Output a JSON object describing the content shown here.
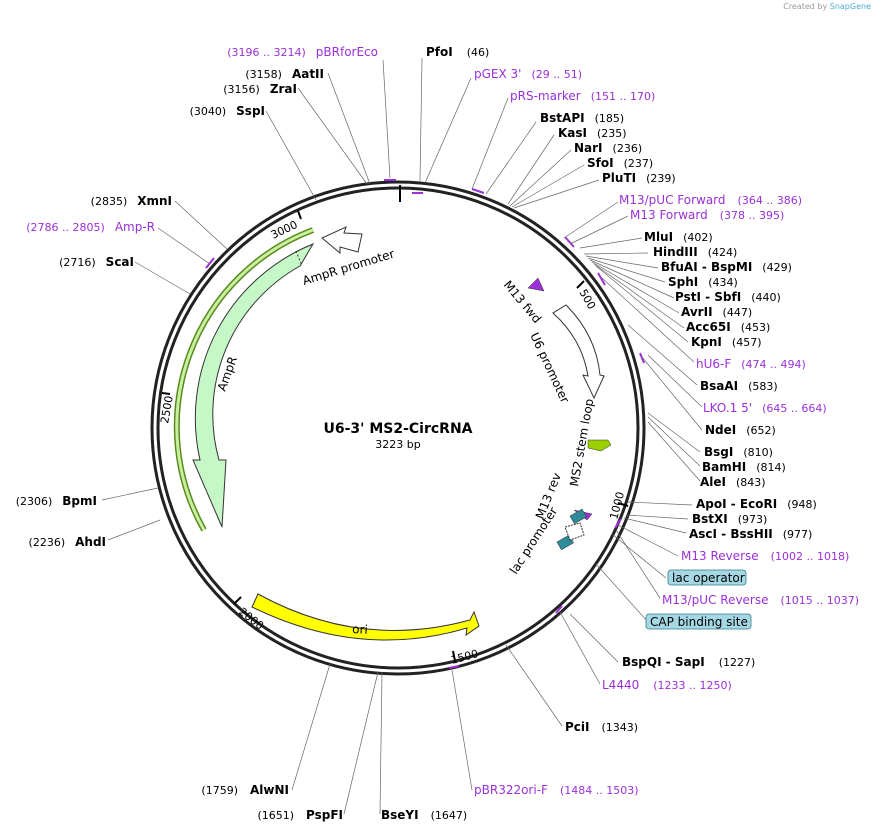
{
  "credit": {
    "prefix": "Created by",
    "brand": "SnapGene"
  },
  "title": "U6-3' MS2-CircRNA",
  "length_label": "3223 bp",
  "total_bp": 3223,
  "ticks": [
    "500",
    "1000",
    "1500",
    "2000",
    "2500",
    "3000"
  ],
  "colors": {
    "enzyme": "#000000",
    "primer": "#9b30d9",
    "ori": "#ffff00",
    "ampr": "#c6f7c6",
    "lac_op": "#3a8a9a"
  },
  "sites": [
    {
      "name": "PfoI",
      "pos": "(46)",
      "type": "enzyme"
    },
    {
      "name": "pGEX 3'",
      "pos": "(29 .. 51)",
      "type": "primer"
    },
    {
      "name": "pRS-marker",
      "pos": "(151 .. 170)",
      "type": "primer"
    },
    {
      "name": "BstAPI",
      "pos": "(185)",
      "type": "enzyme"
    },
    {
      "name": "KasI",
      "pos": "(235)",
      "type": "enzyme"
    },
    {
      "name": "NarI",
      "pos": "(236)",
      "type": "enzyme"
    },
    {
      "name": "SfoI",
      "pos": "(237)",
      "type": "enzyme"
    },
    {
      "name": "PluTI",
      "pos": "(239)",
      "type": "enzyme"
    },
    {
      "name": "M13/pUC Forward",
      "pos": "(364 .. 386)",
      "type": "primer"
    },
    {
      "name": "M13 Forward",
      "pos": "(378 .. 395)",
      "type": "primer"
    },
    {
      "name": "MluI",
      "pos": "(402)",
      "type": "enzyme"
    },
    {
      "name": "HindIII",
      "pos": "(424)",
      "type": "enzyme"
    },
    {
      "name": "BfuAI - BspMI",
      "pos": "(429)",
      "type": "enzyme"
    },
    {
      "name": "SphI",
      "pos": "(434)",
      "type": "enzyme"
    },
    {
      "name": "PstI - SbfI",
      "pos": "(440)",
      "type": "enzyme"
    },
    {
      "name": "AvrII",
      "pos": "(447)",
      "type": "enzyme"
    },
    {
      "name": "Acc65I",
      "pos": "(453)",
      "type": "enzyme"
    },
    {
      "name": "KpnI",
      "pos": "(457)",
      "type": "enzyme"
    },
    {
      "name": "hU6-F",
      "pos": "(474 .. 494)",
      "type": "primer"
    },
    {
      "name": "BsaAI",
      "pos": "(583)",
      "type": "enzyme"
    },
    {
      "name": "LKO.1 5'",
      "pos": "(645 .. 664)",
      "type": "primer"
    },
    {
      "name": "NdeI",
      "pos": "(652)",
      "type": "enzyme"
    },
    {
      "name": "BsgI",
      "pos": "(810)",
      "type": "enzyme"
    },
    {
      "name": "BamHI",
      "pos": "(814)",
      "type": "enzyme"
    },
    {
      "name": "AleI",
      "pos": "(843)",
      "type": "enzyme"
    },
    {
      "name": "ApoI - EcoRI",
      "pos": "(948)",
      "type": "enzyme"
    },
    {
      "name": "BstXI",
      "pos": "(973)",
      "type": "enzyme"
    },
    {
      "name": "AscI - BssHII",
      "pos": "(977)",
      "type": "enzyme"
    },
    {
      "name": "M13 Reverse",
      "pos": "(1002 .. 1018)",
      "type": "primer"
    },
    {
      "name": "lac operator",
      "pos": "",
      "type": "boxed"
    },
    {
      "name": "M13/pUC Reverse",
      "pos": "(1015 .. 1037)",
      "type": "primer"
    },
    {
      "name": "CAP binding site",
      "pos": "",
      "type": "boxed"
    },
    {
      "name": "BspQI - SapI",
      "pos": "(1227)",
      "type": "enzyme"
    },
    {
      "name": "L4440",
      "pos": "(1233 .. 1250)",
      "type": "primer"
    },
    {
      "name": "PciI",
      "pos": "(1343)",
      "type": "enzyme"
    },
    {
      "name": "pBR322ori-F",
      "pos": "(1484 .. 1503)",
      "type": "primer"
    },
    {
      "name": "BseYI",
      "pos": "(1647)",
      "type": "enzyme"
    },
    {
      "name": "PspFI",
      "pos": "(1651)",
      "type": "enzyme"
    },
    {
      "name": "AlwNI",
      "pos": "(1759)",
      "type": "enzyme"
    },
    {
      "name": "AhdI",
      "pos": "(2236)",
      "type": "enzyme"
    },
    {
      "name": "BpmI",
      "pos": "(2306)",
      "type": "enzyme"
    },
    {
      "name": "ScaI",
      "pos": "(2716)",
      "type": "enzyme"
    },
    {
      "name": "Amp-R",
      "pos": "(2786 .. 2805)",
      "type": "primer"
    },
    {
      "name": "XmnI",
      "pos": "(2835)",
      "type": "enzyme"
    },
    {
      "name": "SspI",
      "pos": "(3040)",
      "type": "enzyme"
    },
    {
      "name": "ZraI",
      "pos": "(3156)",
      "type": "enzyme"
    },
    {
      "name": "AatII",
      "pos": "(3158)",
      "type": "enzyme"
    },
    {
      "name": "pBRforEco",
      "pos": "(3196 .. 3214)",
      "type": "primer"
    }
  ],
  "features": [
    {
      "name": "AmpR promoter"
    },
    {
      "name": "AmpR"
    },
    {
      "name": "ori"
    },
    {
      "name": "M13 fwd"
    },
    {
      "name": "U6 promoter"
    },
    {
      "name": "MS2 stem loop"
    },
    {
      "name": "M13 rev"
    },
    {
      "name": "lac promoter"
    }
  ]
}
